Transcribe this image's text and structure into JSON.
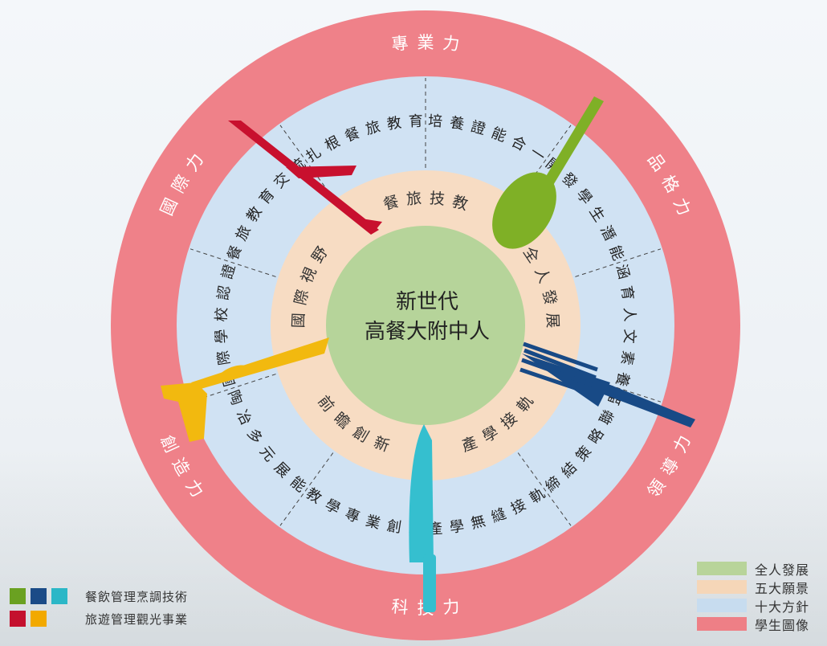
{
  "center": {
    "line1": "新世代",
    "line2": "高餐大附中人"
  },
  "visions": [
    "餐旅技教",
    "全人發展",
    "產學接軌",
    "前瞻創新",
    "國際視野"
  ],
  "strategies": [
    "培養證能合一",
    "開發學生潛能",
    "涵育人文素養",
    "締結策略聯盟",
    "產學無縫接軌",
    "教學專業創新",
    "陶冶多元展能",
    "國際學校認證",
    "餐旅教育交流",
    "扎根餐旅教育"
  ],
  "portrait": [
    "專業力",
    "品格力",
    "領導力",
    "科技力",
    "創造力",
    "國際力"
  ],
  "legend_left": [
    {
      "label": "餐飲管理烹調技術",
      "colors": [
        "#6aa121",
        "#1b4b87",
        "#2bb7c7"
      ]
    },
    {
      "label": "旅遊管理觀光事業",
      "colors": [
        "#c4102e",
        "#f2a900"
      ]
    }
  ],
  "legend_right": [
    {
      "label": "全人發展",
      "color": "#b8d49a"
    },
    {
      "label": "五大願景",
      "color": "#f5d6b8"
    },
    {
      "label": "十大方針",
      "color": "#c7dcef"
    },
    {
      "label": "學生圖像",
      "color": "#ee7f86"
    }
  ],
  "colors": {
    "outer": "#f08890",
    "strategy": "#d0e2f3",
    "vision": "#f7dcc3",
    "center": "#b6d49a",
    "spoon": "#7fb026",
    "fork": "#184a86",
    "knife_teal": "#35bfcf",
    "knife_red": "#c8102e",
    "server_yellow": "#f2b90f"
  }
}
